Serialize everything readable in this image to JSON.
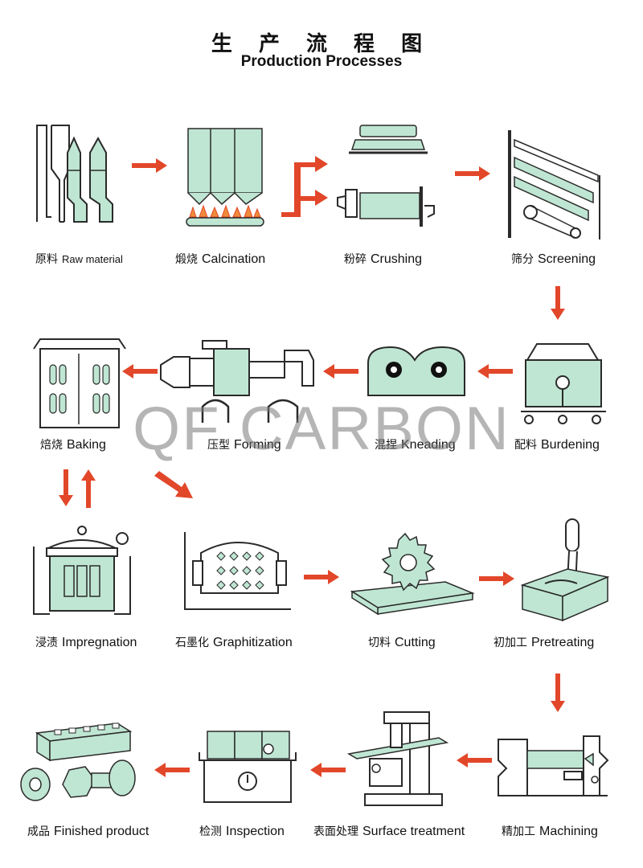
{
  "title": {
    "cn": "生 产 流 程 图",
    "en": "Production Processes"
  },
  "colors": {
    "mint": "#bfe6d3",
    "arrow": "#e2472a",
    "ink": "#2a2a2a",
    "flame": "#f08a3a"
  },
  "steps": [
    {
      "cn": "原料",
      "en": "Raw material"
    },
    {
      "cn": "煅烧",
      "en": "Calcination"
    },
    {
      "cn": "粉碎",
      "en": "Crushing"
    },
    {
      "cn": "筛分",
      "en": "Screening"
    },
    {
      "cn": "配料",
      "en": "Burdening"
    },
    {
      "cn": "混捏",
      "en": "Kneading"
    },
    {
      "cn": "压型",
      "en": "Forming"
    },
    {
      "cn": "焙烧",
      "en": "Baking"
    },
    {
      "cn": "浸渍",
      "en": "Impregnation"
    },
    {
      "cn": "石墨化",
      "en": "Graphitization"
    },
    {
      "cn": "切料",
      "en": "Cutting"
    },
    {
      "cn": "初加工",
      "en": "Pretreating"
    },
    {
      "cn": "精加工",
      "en": "Machining"
    },
    {
      "cn": "表面处理",
      "en": "Surface treatment"
    },
    {
      "cn": "检测",
      "en": "Inspection"
    },
    {
      "cn": "成品",
      "en": "Finished product"
    }
  ],
  "watermark": "QF CARBON"
}
